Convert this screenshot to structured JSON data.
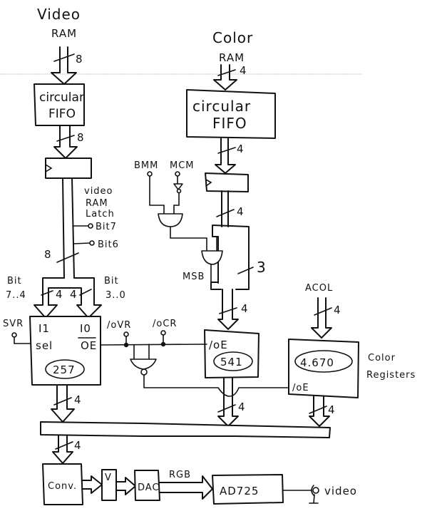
{
  "diagram": {
    "inputs": {
      "video_ram": [
        "Video",
        "RAM"
      ],
      "color_ram": [
        "Color",
        "RAM"
      ],
      "acol": "ACOL",
      "bmm": "BMM",
      "mcm": "MCM",
      "svr": "SVR",
      "ovr": "/oVR",
      "ocr": "/oCR"
    },
    "blocks": {
      "video_fifo": [
        "circular",
        "FIFO"
      ],
      "color_fifo": [
        "circular",
        "FIFO"
      ],
      "video_ram_latch": [
        "video",
        "RAM",
        "Latch"
      ],
      "mux_257": {
        "in1": "I1",
        "in0": "I0",
        "sel": "sel",
        "oe": "OE",
        "part": "257"
      },
      "buffer_541": {
        "oe": "/oE",
        "part": "541"
      },
      "color_registers": {
        "part": "4.670",
        "oe": "/oE",
        "label": [
          "Color",
          "Registers"
        ]
      },
      "conv": "Conv.",
      "latch_v": "V",
      "dac": "DAC",
      "ad725": "AD725"
    },
    "bus_widths": {
      "video_ram_in": "8",
      "video_fifo_out": "8",
      "latch_out": "8",
      "color_ram_in": "4",
      "color_fifo_out": "4",
      "color_latch_out": "4",
      "msb_path": "3",
      "to_541": "4",
      "mux_hi": "4",
      "mux_lo": "4",
      "acol_in": "4",
      "out_257": "4",
      "out_541": "4",
      "out_670": "4",
      "to_conv": "4"
    },
    "signal_labels": {
      "bit7": "Bit7",
      "bit6": "Bit6",
      "bits_hi": [
        "Bit",
        "7..4"
      ],
      "bits_lo": [
        "Bit",
        "3..0"
      ],
      "msb": "MSB",
      "rgb": "RGB",
      "video_out": "video"
    }
  }
}
